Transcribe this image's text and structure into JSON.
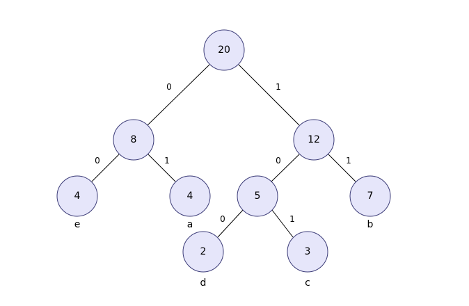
{
  "colors": {
    "node_fill": "#e6e6fa",
    "node_stroke": "#3c3c78",
    "edge": "#000000",
    "text": "#000000"
  },
  "tree": {
    "nodes": {
      "root": {
        "value": "20"
      },
      "n8": {
        "value": "8"
      },
      "n12": {
        "value": "12"
      },
      "leaf_e": {
        "value": "4",
        "symbol": "e"
      },
      "leaf_a": {
        "value": "4",
        "symbol": "a"
      },
      "n5": {
        "value": "5"
      },
      "leaf_b": {
        "value": "7",
        "symbol": "b"
      },
      "leaf_d": {
        "value": "2",
        "symbol": "d"
      },
      "leaf_c": {
        "value": "3",
        "symbol": "c"
      }
    },
    "edges": {
      "root_n8": {
        "bit": "0"
      },
      "root_n12": {
        "bit": "1"
      },
      "n8_e": {
        "bit": "0"
      },
      "n8_a": {
        "bit": "1"
      },
      "n12_n5": {
        "bit": "0"
      },
      "n12_b": {
        "bit": "1"
      },
      "n5_d": {
        "bit": "0"
      },
      "n5_c": {
        "bit": "1"
      }
    }
  }
}
